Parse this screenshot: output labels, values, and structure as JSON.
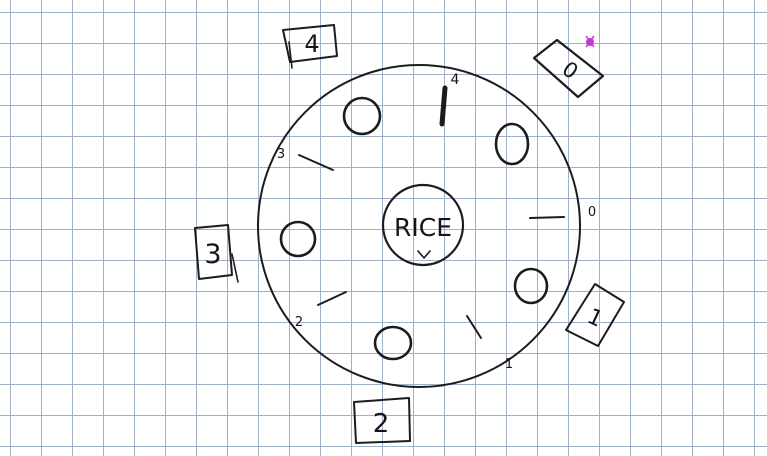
{
  "center_label": "RICE",
  "corner_boxes": [
    {
      "label": "4"
    },
    {
      "label": "0"
    },
    {
      "label": "3"
    },
    {
      "label": "1"
    },
    {
      "label": "2"
    }
  ],
  "tick_numbers": [
    {
      "label": "4"
    },
    {
      "label": "3"
    },
    {
      "label": "0"
    },
    {
      "label": "2"
    },
    {
      "label": "1"
    }
  ],
  "colors": {
    "ink": "#1c1c1c",
    "grid": "#9fb1c9",
    "marker": "#c23bd6"
  }
}
